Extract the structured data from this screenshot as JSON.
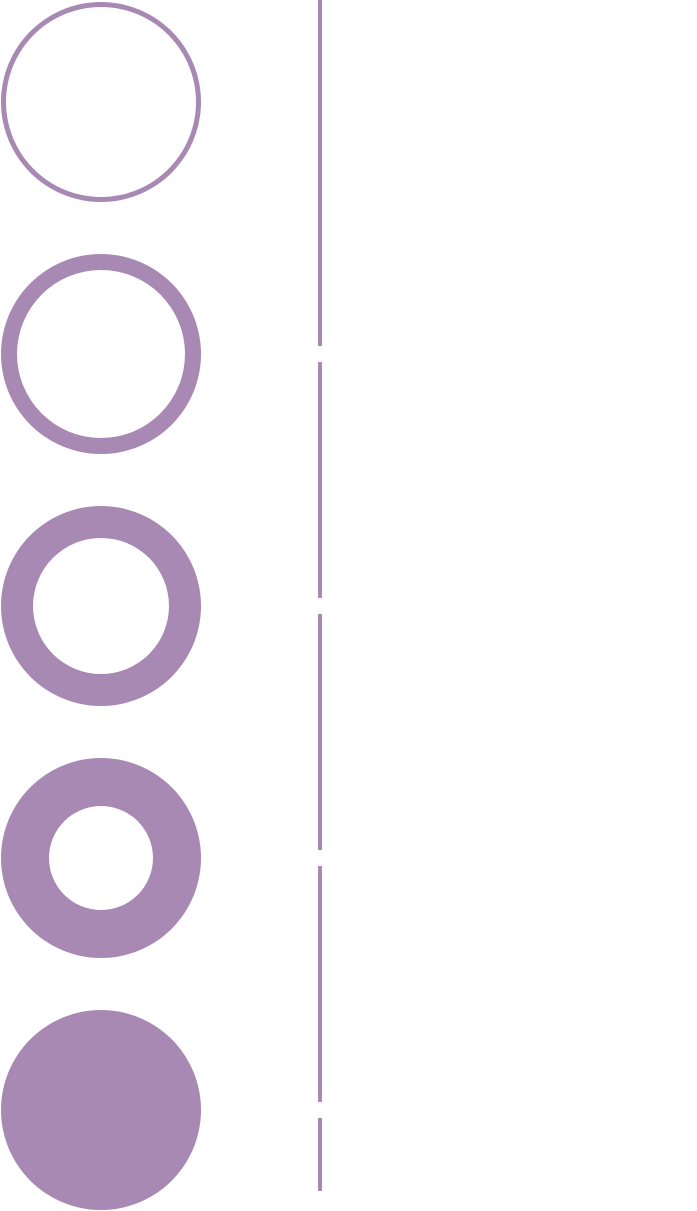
{
  "colors": {
    "accent": "#a789b3",
    "background": "#ffffff"
  },
  "progress_rings": [
    {
      "fill_fraction": 0.05
    },
    {
      "fill_fraction": 0.16
    },
    {
      "fill_fraction": 0.32
    },
    {
      "fill_fraction": 0.48
    },
    {
      "fill_fraction": 1.0
    }
  ],
  "divider_segments": 5
}
